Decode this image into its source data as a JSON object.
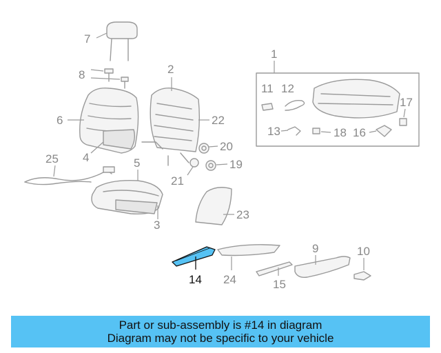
{
  "colors": {
    "banner_background": "#56c2f4",
    "highlighted_part": "#56c2f4",
    "part_outline": "#9a9a9a",
    "label_text": "#888888"
  },
  "callouts": {
    "c1": "1",
    "c2": "2",
    "c3": "3",
    "c4": "4",
    "c5": "5",
    "c6": "6",
    "c7": "7",
    "c8": "8",
    "c9": "9",
    "c10": "10",
    "c11": "11",
    "c12": "12",
    "c13": "13",
    "c14": "14",
    "c15": "15",
    "c16": "16",
    "c17": "17",
    "c18": "18",
    "c19": "19",
    "c20": "20",
    "c21": "21",
    "c22": "22",
    "c23": "23",
    "c24": "24",
    "c25": "25"
  },
  "highlighted_callout": "14",
  "banner": {
    "line1": "Part or sub-assembly is #14 in diagram",
    "line2": "Diagram may not be specific to your vehicle"
  }
}
